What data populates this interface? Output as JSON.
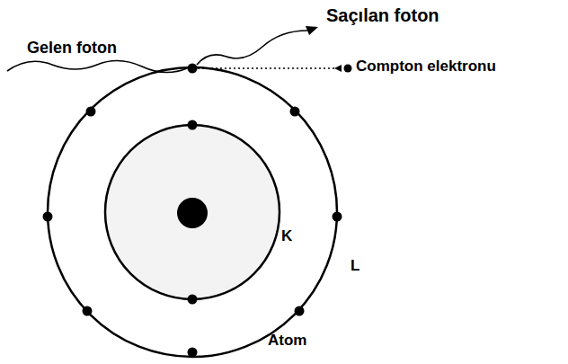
{
  "diagram": {
    "labels": [
      "Saçılan foton",
      "Gelen foton",
      "Compton elektronu",
      "K",
      "L",
      "Atom"
    ]
  }
}
